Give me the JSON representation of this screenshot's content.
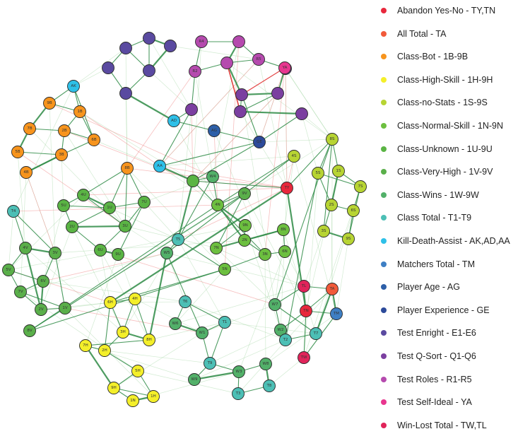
{
  "groups": [
    {
      "label": "Abandon Yes-No - TY,TN",
      "color": "#e8283c"
    },
    {
      "label": "All Total - TA",
      "color": "#f15a3a"
    },
    {
      "label": "Class-Bot - 1B-9B",
      "color": "#f7941d"
    },
    {
      "label": "Class-High-Skill - 1H-9H",
      "color": "#f4ef2a"
    },
    {
      "label": "Class-no-Stats - 1S-9S",
      "color": "#b7d433"
    },
    {
      "label": "Class-Normal-Skill - 1N-9N",
      "color": "#6cbf3f"
    },
    {
      "label": "Class-Unknown - 1U-9U",
      "color": "#5ab444"
    },
    {
      "label": "Class-Very-High - 1V-9V",
      "color": "#5aaf4a"
    },
    {
      "label": "Class-Wins - 1W-9W",
      "color": "#52b069"
    },
    {
      "label": "Class Total - T1-T9",
      "color": "#4cbfb5"
    },
    {
      "label": "Kill-Death-Assist - AK,AD,AA",
      "color": "#2ec0e8"
    },
    {
      "label": "Matchers Total - TM",
      "color": "#3e7fc4"
    },
    {
      "label": "Player Age - AG",
      "color": "#2d5fa8"
    },
    {
      "label": "Player Experience - GE",
      "color": "#2c4a9a"
    },
    {
      "label": "Test Enright - E1-E6",
      "color": "#5a4aa0"
    },
    {
      "label": "Test Q-Sort - Q1-Q6",
      "color": "#7b3fa0"
    },
    {
      "label": "Test Roles - R1-R5",
      "color": "#b54aae"
    },
    {
      "label": "Test Self-Ideal - YA",
      "color": "#e8368f"
    },
    {
      "label": "Win-Lost Total - TW,TL",
      "color": "#e0245a"
    }
  ],
  "nodes": [
    {
      "label": "",
      "group": 14
    },
    {
      "label": "",
      "group": 14
    },
    {
      "label": "",
      "group": 14
    },
    {
      "label": "",
      "group": 14
    },
    {
      "label": "",
      "group": 14
    },
    {
      "label": "",
      "group": 14
    },
    {
      "label": "R4",
      "group": 16
    },
    {
      "label": "",
      "group": 16
    },
    {
      "label": "R2",
      "group": 16
    },
    {
      "label": "",
      "group": 16
    },
    {
      "label": "R5",
      "group": 16
    },
    {
      "label": "",
      "group": 15
    },
    {
      "label": "YA",
      "group": 17
    },
    {
      "label": "",
      "group": 15
    },
    {
      "label": "",
      "group": 15
    },
    {
      "label": "",
      "group": 15
    },
    {
      "label": "",
      "group": 15
    },
    {
      "label": "",
      "group": 15
    },
    {
      "label": "AD",
      "group": 10
    },
    {
      "label": "AG",
      "group": 12
    },
    {
      "label": "GE",
      "group": 13
    },
    {
      "label": "AA",
      "group": 10
    },
    {
      "label": "AK",
      "group": 10
    },
    {
      "label": "9B",
      "group": 2
    },
    {
      "label": "1B",
      "group": 2
    },
    {
      "label": "7B",
      "group": 2
    },
    {
      "label": "2B",
      "group": 2
    },
    {
      "label": "6B",
      "group": 2
    },
    {
      "label": "5B",
      "group": 2
    },
    {
      "label": "3B",
      "group": 2
    },
    {
      "label": "4B",
      "group": 2
    },
    {
      "label": "8B",
      "group": 2
    },
    {
      "label": "4U",
      "group": 6
    },
    {
      "label": "1U",
      "group": 6
    },
    {
      "label": "5U",
      "group": 6
    },
    {
      "label": "2U",
      "group": 6
    },
    {
      "label": "3U",
      "group": 6
    },
    {
      "label": "7U",
      "group": 6
    },
    {
      "label": "6U",
      "group": 6
    },
    {
      "label": "9U",
      "group": 6
    },
    {
      "label": "",
      "group": 6
    },
    {
      "label": "W4",
      "group": 8
    },
    {
      "label": "T4",
      "group": 9
    },
    {
      "label": "4V",
      "group": 7
    },
    {
      "label": "3V",
      "group": 7
    },
    {
      "label": "5V",
      "group": 7
    },
    {
      "label": "6V",
      "group": 7
    },
    {
      "label": "7V",
      "group": 7
    },
    {
      "label": "2V",
      "group": 7
    },
    {
      "label": "1V",
      "group": 7
    },
    {
      "label": "8V",
      "group": 7
    },
    {
      "label": "9V",
      "group": 7
    },
    {
      "label": "4N",
      "group": 5
    },
    {
      "label": "9N",
      "group": 5
    },
    {
      "label": "2N",
      "group": 5
    },
    {
      "label": "7N",
      "group": 5
    },
    {
      "label": "8N",
      "group": 5
    },
    {
      "label": "3N",
      "group": 5
    },
    {
      "label": "6N",
      "group": 5
    },
    {
      "label": "5N",
      "group": 5
    },
    {
      "label": "T5",
      "group": 9
    },
    {
      "label": "W5",
      "group": 8
    },
    {
      "label": "4S",
      "group": 4
    },
    {
      "label": "8S",
      "group": 4
    },
    {
      "label": "5S",
      "group": 4
    },
    {
      "label": "1S",
      "group": 4
    },
    {
      "label": "7S",
      "group": 4
    },
    {
      "label": "2S",
      "group": 4
    },
    {
      "label": "6S",
      "group": 4
    },
    {
      "label": "3S",
      "group": 4
    },
    {
      "label": "9S",
      "group": 4
    },
    {
      "label": "TY",
      "group": 0
    },
    {
      "label": "6H",
      "group": 3
    },
    {
      "label": "4H",
      "group": 3
    },
    {
      "label": "3H",
      "group": 3
    },
    {
      "label": "8H",
      "group": 3
    },
    {
      "label": "7H",
      "group": 3
    },
    {
      "label": "2H",
      "group": 3
    },
    {
      "label": "5H",
      "group": 3
    },
    {
      "label": "9H",
      "group": 3
    },
    {
      "label": "1H",
      "group": 3
    },
    {
      "label": "1N",
      "group": 3
    },
    {
      "label": "T6",
      "group": 9
    },
    {
      "label": "W6",
      "group": 8
    },
    {
      "label": "W1",
      "group": 8
    },
    {
      "label": "T1",
      "group": 9
    },
    {
      "label": "T9",
      "group": 9
    },
    {
      "label": "W9",
      "group": 8
    },
    {
      "label": "W3",
      "group": 8
    },
    {
      "label": "T3",
      "group": 9
    },
    {
      "label": "W8",
      "group": 8
    },
    {
      "label": "T8",
      "group": 9
    },
    {
      "label": "W7",
      "group": 8
    },
    {
      "label": "W2",
      "group": 8
    },
    {
      "label": "T2",
      "group": 9
    },
    {
      "label": "T7",
      "group": 9
    },
    {
      "label": "TL",
      "group": 18
    },
    {
      "label": "TA",
      "group": 1
    },
    {
      "label": "TN",
      "group": 0
    },
    {
      "label": "TM",
      "group": 11
    },
    {
      "label": "TW",
      "group": 18
    }
  ]
}
